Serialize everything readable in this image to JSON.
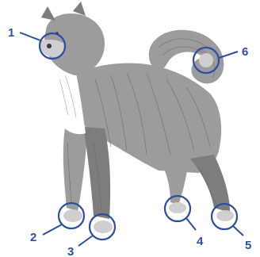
{
  "illustration": {
    "subject": "dog-icon",
    "colors": {
      "accent": "#2a4fa0",
      "fur": "#9c9c9c",
      "fur_dark": "#7d7d7d",
      "chest": "#ffffff"
    }
  },
  "callouts": [
    {
      "number": "1"
    },
    {
      "number": "2"
    },
    {
      "number": "3"
    },
    {
      "number": "4"
    },
    {
      "number": "5"
    },
    {
      "number": "6"
    }
  ]
}
